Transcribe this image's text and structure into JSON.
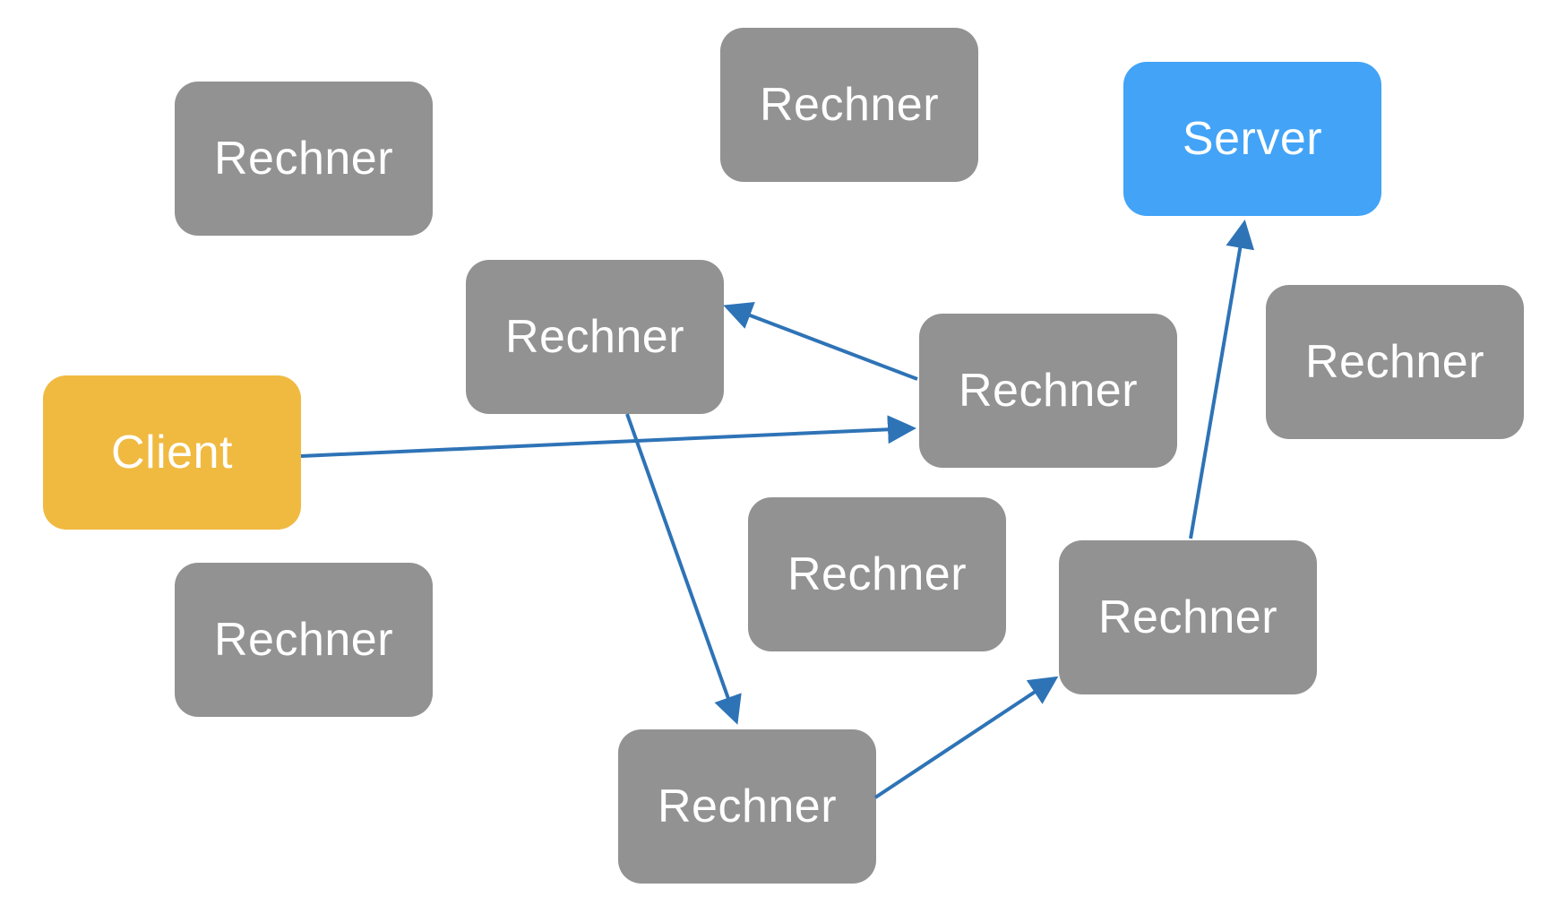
{
  "colors": {
    "computer": "#929292",
    "client": "#f0ba41",
    "server": "#42a3f7",
    "edge": "#2e73b6",
    "label": "#ffffff"
  },
  "nodes": [
    {
      "id": "rechner-top-left",
      "label": "Rechner",
      "kind": "computer"
    },
    {
      "id": "rechner-top-center",
      "label": "Rechner",
      "kind": "computer"
    },
    {
      "id": "server",
      "label": "Server",
      "kind": "server"
    },
    {
      "id": "rechner-mid-left",
      "label": "Rechner",
      "kind": "computer"
    },
    {
      "id": "rechner-mid-center",
      "label": "Rechner",
      "kind": "computer"
    },
    {
      "id": "rechner-right",
      "label": "Rechner",
      "kind": "computer"
    },
    {
      "id": "client",
      "label": "Client",
      "kind": "client"
    },
    {
      "id": "rechner-center",
      "label": "Rechner",
      "kind": "computer"
    },
    {
      "id": "rechner-bottom-right",
      "label": "Rechner",
      "kind": "computer"
    },
    {
      "id": "rechner-bottom-left",
      "label": "Rechner",
      "kind": "computer"
    },
    {
      "id": "rechner-bottom-center",
      "label": "Rechner",
      "kind": "computer"
    }
  ],
  "edges": [
    {
      "from": "client",
      "to": "rechner-mid-center"
    },
    {
      "from": "rechner-mid-center",
      "to": "rechner-mid-left"
    },
    {
      "from": "rechner-mid-left",
      "to": "rechner-bottom-center"
    },
    {
      "from": "rechner-bottom-center",
      "to": "rechner-bottom-right"
    },
    {
      "from": "rechner-bottom-right",
      "to": "server"
    }
  ]
}
